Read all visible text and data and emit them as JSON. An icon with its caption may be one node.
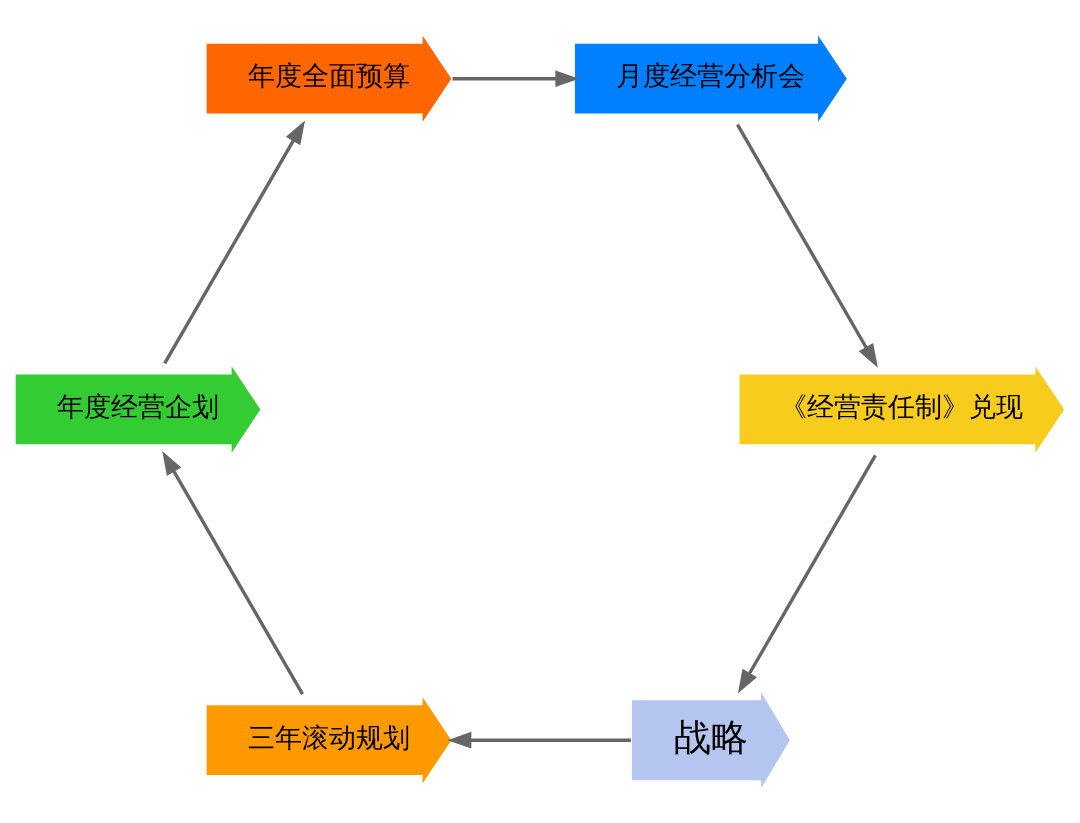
{
  "diagram": {
    "nodes": [
      {
        "text": [
          "战略"
        ]
      },
      {
        "text": [
          "三年滚动规划"
        ]
      },
      {
        "text": [
          "年度经营企划"
        ]
      },
      {
        "text": [
          "年度全面预算"
        ]
      },
      {
        "text": [
          "月度经营分析会"
        ]
      },
      {
        "text": [
          "《经营责任制》兑现"
        ]
      }
    ],
    "edges": [
      {
        "from": 0,
        "to": 1,
        "arrow": "to"
      },
      {
        "from": 1,
        "to": 2,
        "arrow": "to"
      },
      {
        "from": 2,
        "to": 3,
        "arrow": "to"
      },
      {
        "from": 3,
        "to": 4,
        "arrow": "to"
      },
      {
        "from": 4,
        "to": 5,
        "arrow": "to"
      },
      {
        "from": 5,
        "to": 0,
        "arrow": "to"
      }
    ]
  }
}
